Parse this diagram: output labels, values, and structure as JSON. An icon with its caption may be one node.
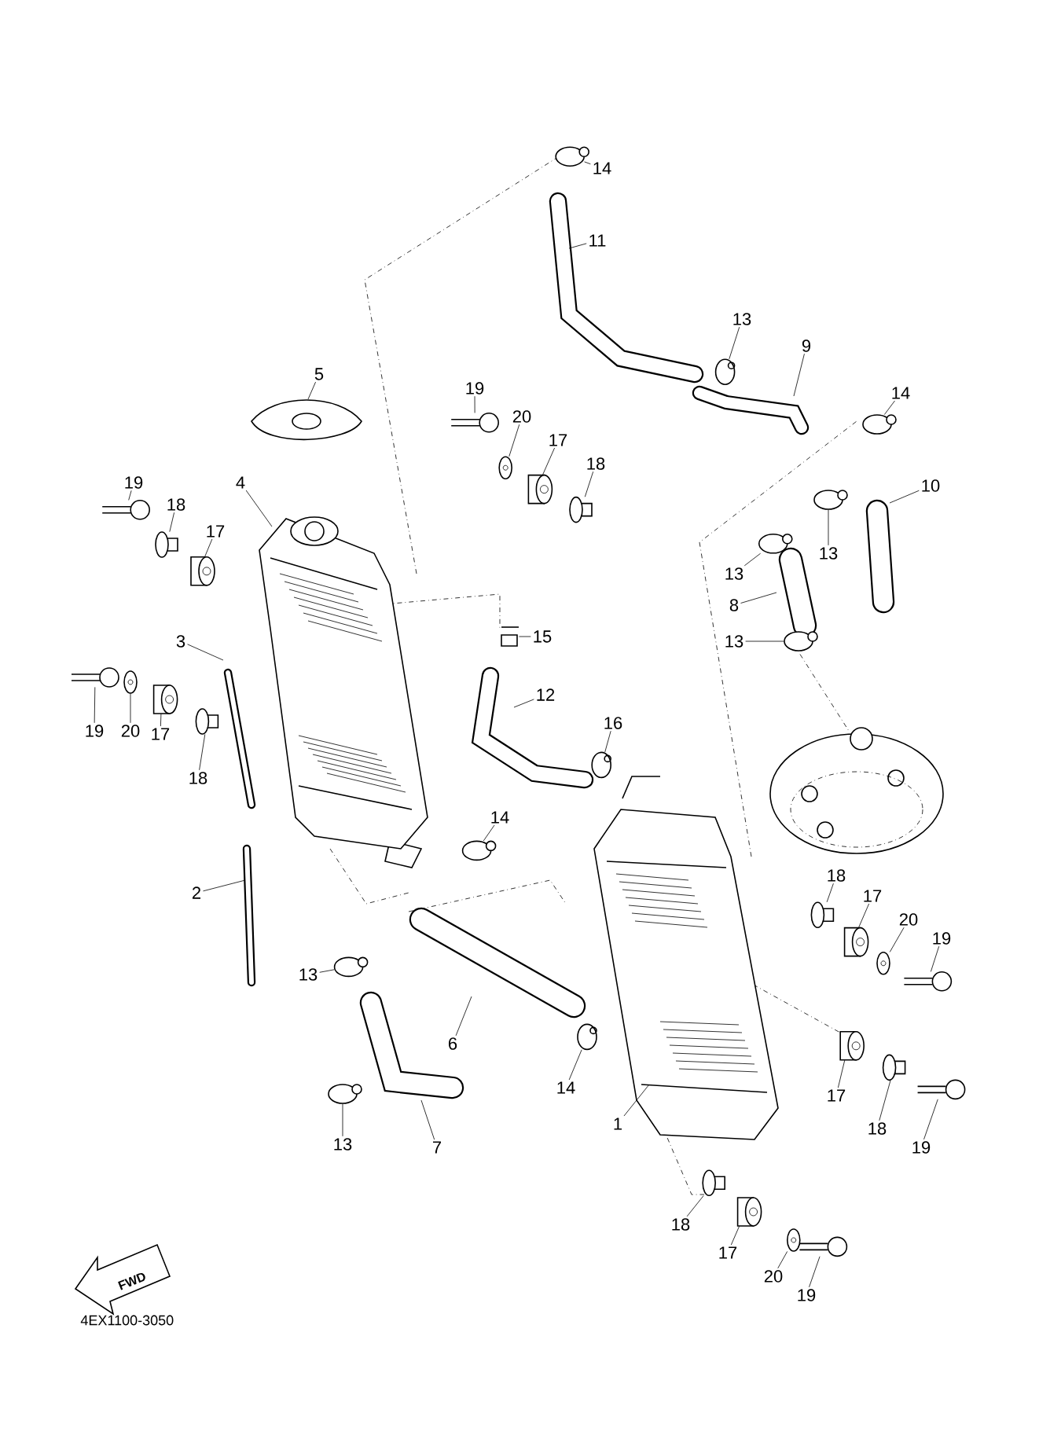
{
  "diagram": {
    "nodes": [
      {
        "text": [
          "14"
        ]
      },
      {
        "text": [
          "11"
        ]
      },
      {
        "text": [
          "13"
        ]
      },
      {
        "text": [
          "9"
        ]
      },
      {
        "text": [
          "5"
        ]
      },
      {
        "text": [
          "19"
        ]
      },
      {
        "text": [
          "14"
        ]
      },
      {
        "text": [
          "20"
        ]
      },
      {
        "text": [
          "17"
        ]
      },
      {
        "text": [
          "18"
        ]
      },
      {
        "text": [
          "19"
        ]
      },
      {
        "text": [
          "4"
        ]
      },
      {
        "text": [
          "10"
        ]
      },
      {
        "text": [
          "18"
        ]
      },
      {
        "text": [
          "17"
        ]
      },
      {
        "text": [
          "13"
        ]
      },
      {
        "text": [
          "13"
        ]
      },
      {
        "text": [
          "8"
        ]
      },
      {
        "text": [
          "3"
        ]
      },
      {
        "text": [
          "15"
        ]
      },
      {
        "text": [
          "13"
        ]
      },
      {
        "text": [
          "12"
        ]
      },
      {
        "text": [
          "16"
        ]
      },
      {
        "text": [
          "19"
        ]
      },
      {
        "text": [
          "20"
        ]
      },
      {
        "text": [
          "17"
        ]
      },
      {
        "text": [
          "18"
        ]
      },
      {
        "text": [
          "14"
        ]
      },
      {
        "text": [
          "18"
        ]
      },
      {
        "text": [
          "17"
        ]
      },
      {
        "text": [
          "20"
        ]
      },
      {
        "text": [
          "19"
        ]
      },
      {
        "text": [
          "2"
        ]
      },
      {
        "text": [
          "13"
        ]
      },
      {
        "text": [
          "6"
        ]
      },
      {
        "text": [
          "14"
        ]
      },
      {
        "text": [
          "17"
        ]
      },
      {
        "text": [
          "1"
        ]
      },
      {
        "text": [
          "18"
        ]
      },
      {
        "text": [
          "19"
        ]
      },
      {
        "text": [
          "13"
        ]
      },
      {
        "text": [
          "7"
        ]
      },
      {
        "text": [
          "18"
        ]
      },
      {
        "text": [
          "17"
        ]
      },
      {
        "text": [
          "20"
        ]
      },
      {
        "text": [
          "19"
        ]
      },
      {
        "text": [],
        "shape": "circle"
      },
      {
        "text": [],
        "shape": "circle"
      },
      {
        "text": [],
        "shape": "bar"
      },
      {
        "text": [],
        "shape": "circle"
      },
      {
        "text": [],
        "shape": "circle"
      },
      {
        "text": [],
        "shape": "cylinder"
      },
      {
        "text": [],
        "shape": "cylinder"
      },
      {
        "text": [],
        "shape": "bar"
      },
      {
        "text": [],
        "shape": "cylinder"
      },
      {
        "text": [],
        "shape": "cylinder"
      },
      {
        "text": [],
        "shape": "circle"
      },
      {
        "text": [],
        "shape": "circle"
      },
      {
        "text": [],
        "shape": "box"
      },
      {
        "text": [],
        "shape": "circle"
      },
      {
        "text": [],
        "shape": "circle"
      },
      {
        "text": [],
        "shape": "bar"
      },
      {
        "text": [],
        "shape": "circle"
      },
      {
        "text": [],
        "shape": "cylinder"
      },
      {
        "text": [],
        "shape": "cylinder"
      },
      {
        "text": [],
        "shape": "circle"
      },
      {
        "text": [],
        "shape": "cylinder"
      },
      {
        "text": [],
        "shape": "cylinder"
      },
      {
        "text": [],
        "shape": "circle"
      },
      {
        "text": [],
        "shape": "bar"
      },
      {
        "text": [],
        "shape": "circle"
      },
      {
        "text": [],
        "shape": "circle"
      },
      {
        "text": [],
        "shape": "cylinder"
      },
      {
        "text": [],
        "shape": "cylinder"
      },
      {
        "text": [],
        "shape": "bar"
      },
      {
        "text": [],
        "shape": "circle"
      },
      {
        "text": [],
        "shape": "cylinder"
      },
      {
        "text": [],
        "shape": "cylinder"
      },
      {
        "text": [],
        "shape": "circle"
      },
      {
        "text": [],
        "shape": "bar"
      }
    ],
    "edges": [
      {
        "from": 0,
        "to": 46,
        "arrow": "none"
      },
      {
        "from": 1,
        "to": null,
        "arrow": "none"
      },
      {
        "from": 2,
        "to": 47,
        "arrow": "none"
      },
      {
        "from": 3,
        "to": null,
        "arrow": "none"
      },
      {
        "from": 4,
        "to": null,
        "arrow": "none"
      },
      {
        "from": 5,
        "to": 48,
        "arrow": "none"
      },
      {
        "from": 6,
        "to": 49,
        "arrow": "none"
      },
      {
        "from": 7,
        "to": 50,
        "arrow": "none"
      },
      {
        "from": 8,
        "to": 51,
        "arrow": "none"
      },
      {
        "from": 9,
        "to": 52,
        "arrow": "none"
      },
      {
        "from": 10,
        "to": 53,
        "arrow": "none"
      },
      {
        "from": 11,
        "to": null,
        "arrow": "none"
      },
      {
        "from": 12,
        "to": null,
        "arrow": "none"
      },
      {
        "from": 13,
        "to": 54,
        "arrow": "none"
      },
      {
        "from": 14,
        "to": 55,
        "arrow": "none"
      },
      {
        "from": 15,
        "to": 56,
        "arrow": "none"
      },
      {
        "from": 16,
        "to": 57,
        "arrow": "none"
      },
      {
        "from": 17,
        "to": null,
        "arrow": "none"
      },
      {
        "from": 18,
        "to": null,
        "arrow": "none"
      },
      {
        "from": 19,
        "to": 58,
        "arrow": "none"
      },
      {
        "from": 20,
        "to": 59,
        "arrow": "none"
      },
      {
        "from": 21,
        "to": null,
        "arrow": "none"
      },
      {
        "from": 22,
        "to": 60,
        "arrow": "none"
      },
      {
        "from": 23,
        "to": 61,
        "arrow": "none"
      },
      {
        "from": 24,
        "to": 62,
        "arrow": "none"
      },
      {
        "from": 25,
        "to": 63,
        "arrow": "none"
      },
      {
        "from": 26,
        "to": 64,
        "arrow": "none"
      },
      {
        "from": 27,
        "to": 65,
        "arrow": "none"
      },
      {
        "from": 28,
        "to": 66,
        "arrow": "none"
      },
      {
        "from": 29,
        "to": 67,
        "arrow": "none"
      },
      {
        "from": 30,
        "to": 68,
        "arrow": "none"
      },
      {
        "from": 31,
        "to": 69,
        "arrow": "none"
      },
      {
        "from": 32,
        "to": null,
        "arrow": "none"
      },
      {
        "from": 33,
        "to": 70,
        "arrow": "none"
      },
      {
        "from": 34,
        "to": null,
        "arrow": "none"
      },
      {
        "from": 35,
        "to": 71,
        "arrow": "none"
      },
      {
        "from": 36,
        "to": 72,
        "arrow": "none"
      },
      {
        "from": 37,
        "to": null,
        "arrow": "none"
      },
      {
        "from": 38,
        "to": 73,
        "arrow": "none"
      },
      {
        "from": 39,
        "to": 74,
        "arrow": "none"
      },
      {
        "from": 40,
        "to": 75,
        "arrow": "none"
      },
      {
        "from": 41,
        "to": null,
        "arrow": "none"
      },
      {
        "from": 42,
        "to": 76,
        "arrow": "none"
      },
      {
        "from": 43,
        "to": 77,
        "arrow": "none"
      },
      {
        "from": 44,
        "to": 78,
        "arrow": "none"
      },
      {
        "from": 45,
        "to": 79,
        "arrow": "none"
      }
    ],
    "labels": [
      "FWD",
      "4EX1100-3050"
    ]
  }
}
